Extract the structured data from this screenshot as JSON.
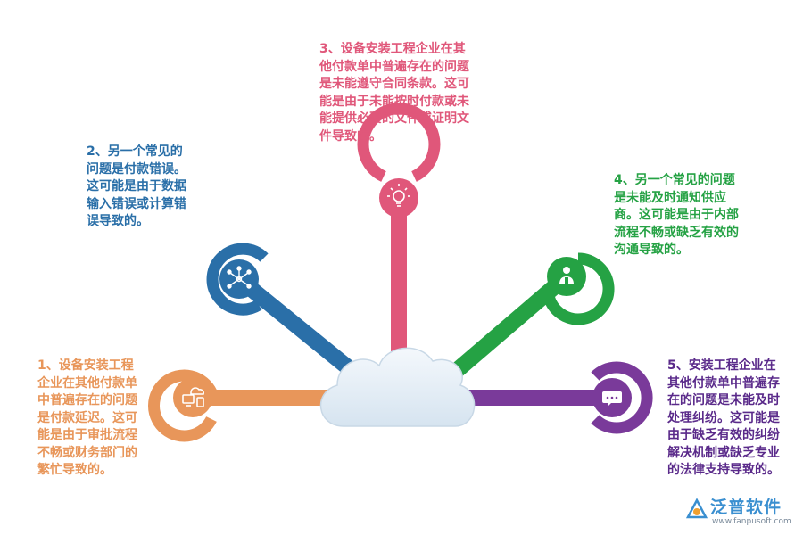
{
  "items": [
    {
      "id": "item1",
      "text": "1、设备安装工程企业在其他付款单中普遍存在的问题是付款延迟。这可能是由于审批流程不畅或财务部门的繁忙导致的。",
      "color": "#e8965a",
      "icon": "cloud-devices-icon"
    },
    {
      "id": "item2",
      "text": "2、另一个常见的问题是付款错误。这可能是由于数据输入错误或计算错误导致的。",
      "color": "#2a6fa8",
      "icon": "network-icon"
    },
    {
      "id": "item3",
      "text": "3、设备安装工程企业在其他付款单中普遍存在的问题是未能遵守合同条款。这可能是由于未能按时付款或未能提供必要的文件或证明文件导致的。",
      "color": "#e0577a",
      "icon": "lightbulb-icon"
    },
    {
      "id": "item4",
      "text": "4、另一个常见的问题是未能及时通知供应商。这可能是由于内部流程不畅或缺乏有效的沟通导致的。",
      "color": "#25a244",
      "icon": "person-icon"
    },
    {
      "id": "item5",
      "text": "5、安装工程企业在其他付款单中普遍存在的问题是未能及时处理纠纷。这可能是由于缺乏有效的纠纷解决机制或缺乏专业的法律支持导致的。",
      "color": "#7a3a9a",
      "icon": "chat-icon"
    }
  ],
  "center": {
    "icon": "cloud-icon"
  },
  "logo": {
    "name": "泛普软件",
    "url": "www.fanpusoft.com"
  }
}
